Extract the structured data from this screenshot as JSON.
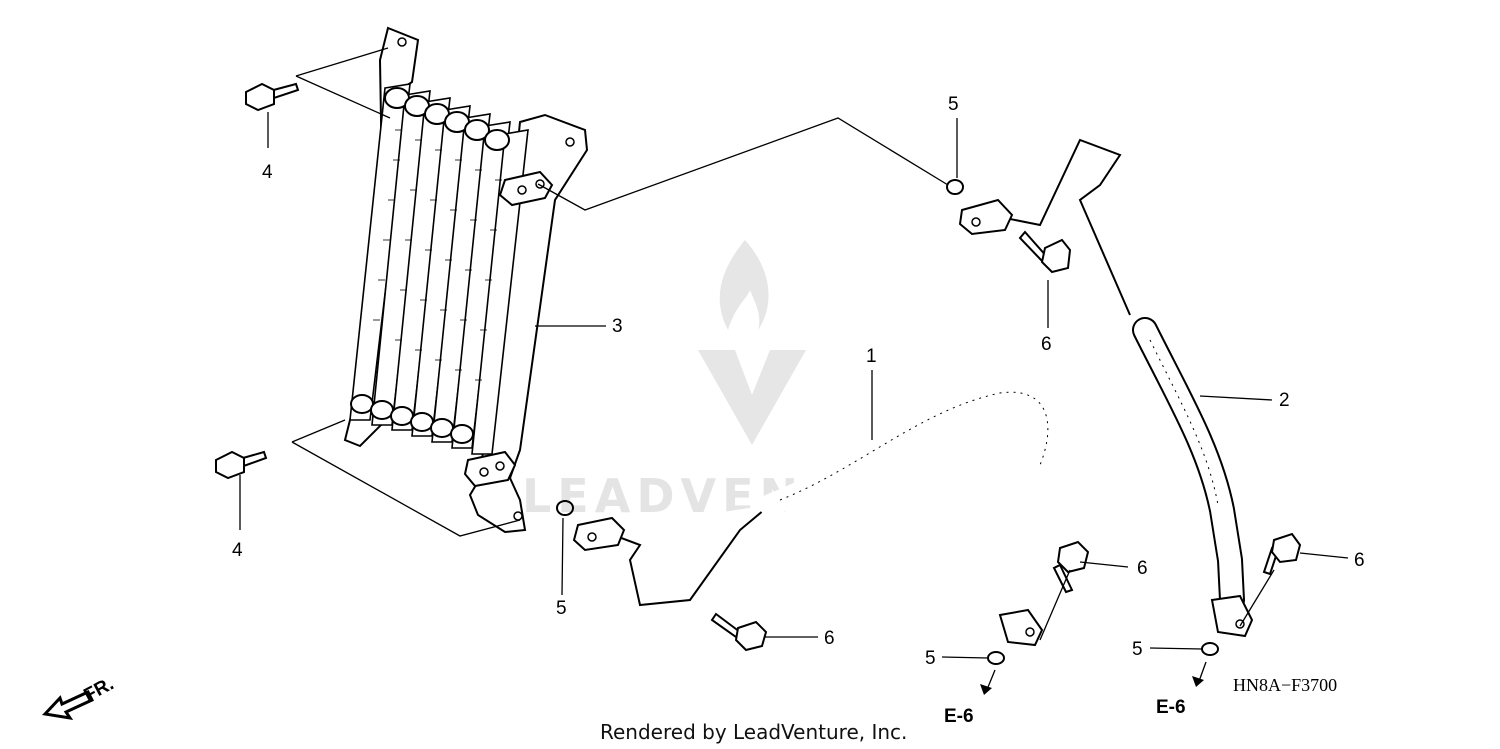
{
  "watermark": {
    "text": "LEADVENTURE"
  },
  "callouts": [
    {
      "id": "c1",
      "text": "1"
    },
    {
      "id": "c2",
      "text": "2"
    },
    {
      "id": "c3",
      "text": "3"
    },
    {
      "id": "c4a",
      "text": "4"
    },
    {
      "id": "c4b",
      "text": "4"
    },
    {
      "id": "c5a",
      "text": "5"
    },
    {
      "id": "c5b",
      "text": "5"
    },
    {
      "id": "c5c",
      "text": "5"
    },
    {
      "id": "c5d",
      "text": "5"
    },
    {
      "id": "c6a",
      "text": "6"
    },
    {
      "id": "c6b",
      "text": "6"
    },
    {
      "id": "c6c",
      "text": "6"
    },
    {
      "id": "c6d",
      "text": "6"
    }
  ],
  "refs": [
    {
      "text": "E-6"
    },
    {
      "text": "E-6"
    }
  ],
  "front_marker": {
    "text": "FR."
  },
  "diagram_code": "HN8A−F3700",
  "credit": "Rendered by LeadVenture, Inc."
}
